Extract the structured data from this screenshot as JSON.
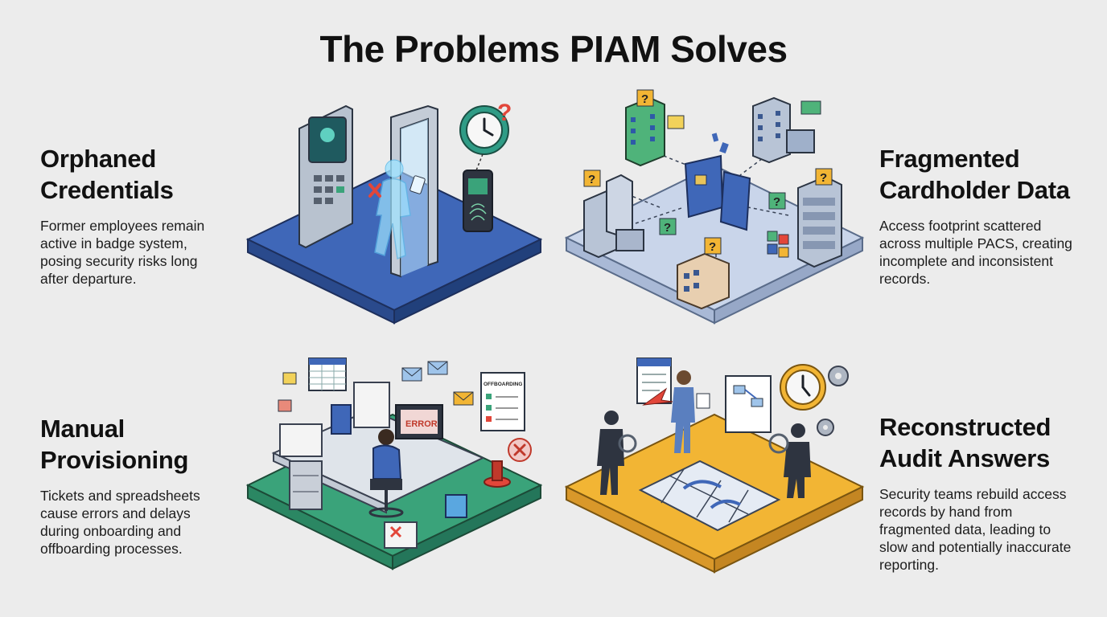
{
  "page": {
    "title": "The Problems PIAM Solves"
  },
  "problems": [
    {
      "heading_1": "Orphaned",
      "heading_2": "Credentials",
      "description": "Former employees remain active in badge system, posing security risks long after departure."
    },
    {
      "heading_1": "Fragmented",
      "heading_2": "Cardholder Data",
      "description": "Access footprint scattered across multiple PACS, creating incomplete and inconsistent records."
    },
    {
      "heading_1": "Manual",
      "heading_2": "Provisioning",
      "description": "Tickets and spreadsheets cause errors and delays during onboarding and offboarding processes."
    },
    {
      "heading_1": "Reconstructed",
      "heading_2": "Audit Answers",
      "description": "Security teams rebuild access records by hand from fragmented data, leading to slow and potentially inaccurate reporting."
    }
  ],
  "illustration_labels": {
    "monitor_error": "ERROR",
    "checklist": "OFFBOARDING"
  },
  "colors": {
    "background": "#ececec",
    "platform_blue": "#3f67b8",
    "platform_light": "#c9d5ea",
    "platform_green": "#3aa37a",
    "platform_yellow": "#f2b534",
    "accent_red": "#e2463a",
    "accent_teal": "#2f9c86"
  }
}
